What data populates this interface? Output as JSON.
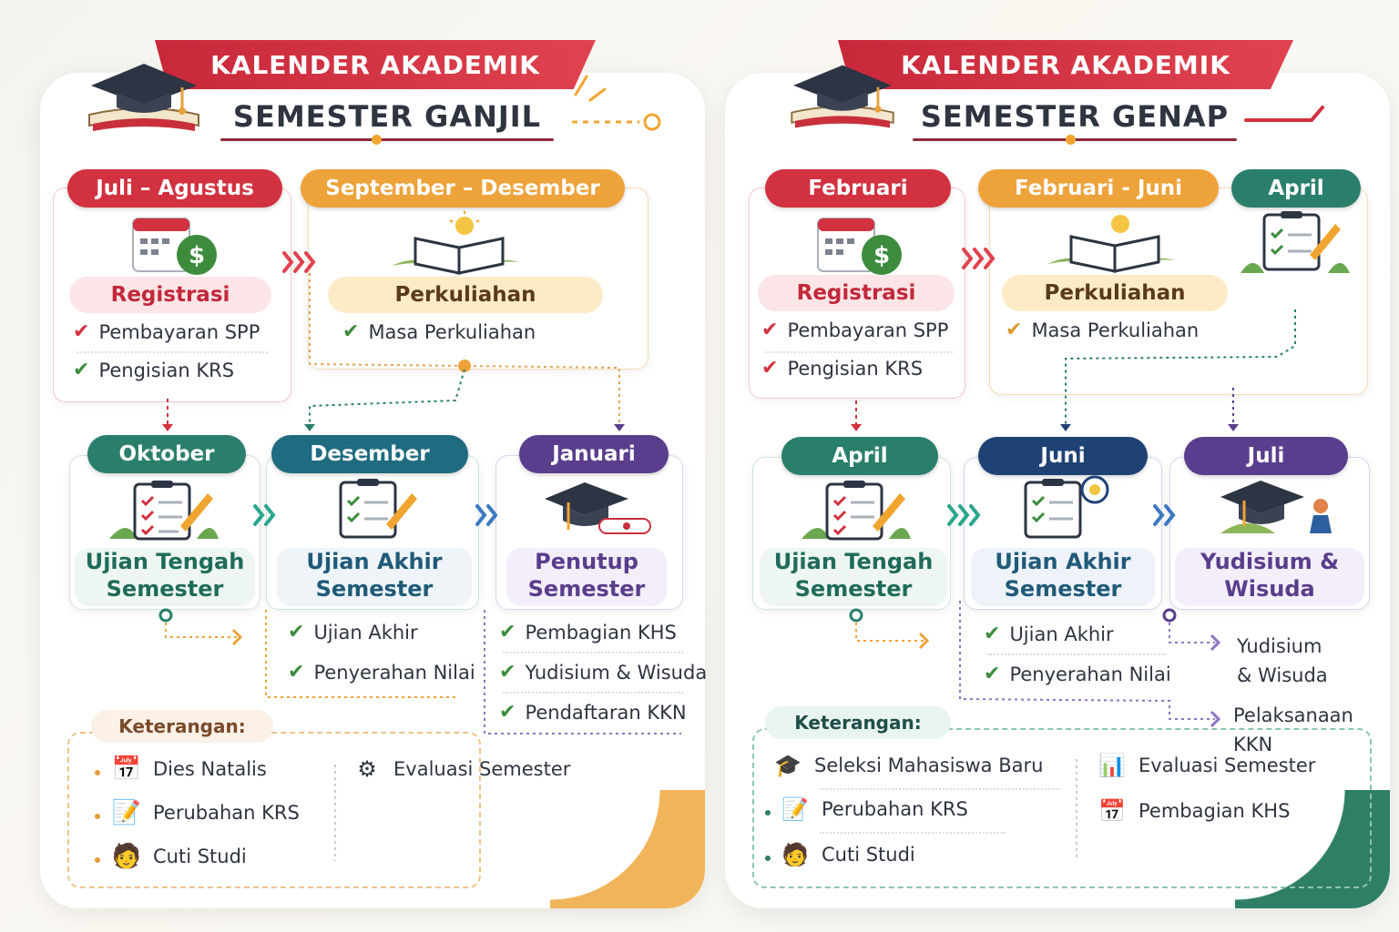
{
  "left": {
    "title": "KALENDER AKADEMIK",
    "subtitle": "SEMESTER GANJIL",
    "top_cards": [
      {
        "period": "Juli – Agustus",
        "heading": "Registrasi",
        "items": [
          "Pembayaran SPP",
          "Pengisian KRS"
        ]
      },
      {
        "period": "September – Desember",
        "heading": "Perkuliahan",
        "items": [
          "Masa Perkuliahan"
        ]
      }
    ],
    "bottom_cards": [
      {
        "period": "Oktober",
        "heading": "Ujian Tengah Semester",
        "items": []
      },
      {
        "period": "Desember",
        "heading": "Ujian Akhir Semester",
        "items": [
          "Ujian Akhir",
          "Penyerahan Nilai"
        ]
      },
      {
        "period": "Januari",
        "heading": "Penutup Semester",
        "items": [
          "Pembagian KHS",
          "Yudisium & Wisuda",
          "Pendaftaran KKN"
        ]
      }
    ],
    "legend_title": "Keterangan:",
    "legend": [
      "Dies Natalis",
      "Perubahan KRS",
      "Cuti Studi",
      "Evaluasi Semester"
    ]
  },
  "right": {
    "title": "KALENDER AKADEMIK",
    "subtitle": "SEMESTER GENAP",
    "top_cards": [
      {
        "period": "Februari",
        "heading": "Registrasi",
        "items": [
          "Pembayaran SPP",
          "Pengisian KRS"
        ]
      },
      {
        "period": "Februari - Juni",
        "heading": "Perkuliahan",
        "items": [
          "Masa Perkuliahan"
        ]
      },
      {
        "period": "April",
        "heading": "",
        "items": []
      }
    ],
    "bottom_cards": [
      {
        "period": "April",
        "heading": "Ujian Tengah Semester",
        "items": []
      },
      {
        "period": "Juni",
        "heading": "Ujian Akhir Semester",
        "items": [
          "Ujian Akhir",
          "Penyerahan Nilai"
        ]
      },
      {
        "period": "Juli",
        "heading": "Yudisium & Wisuda",
        "items": [
          "Yudisium & Wisuda",
          "Pelaksanaan KKN"
        ]
      }
    ],
    "legend_title": "Keterangan:",
    "legend": [
      "Seleksi Mahasiswa Baru",
      "Perubahan KRS",
      "Cuti Studi",
      "Evaluasi Semester",
      "Pembagian KHS"
    ]
  },
  "colors": {
    "red": "#d2313f",
    "orange": "#eea23a",
    "teal": "#2a7f6c",
    "blue": "#1f6b80",
    "purple": "#5a3d8c",
    "navy": "#1f4275",
    "green_check": "#3c8c3c"
  },
  "icons": [
    "graduation-cap-icon",
    "calendar-money-icon",
    "open-book-icon",
    "checklist-icon",
    "lightbulb-icon",
    "diploma-icon"
  ]
}
